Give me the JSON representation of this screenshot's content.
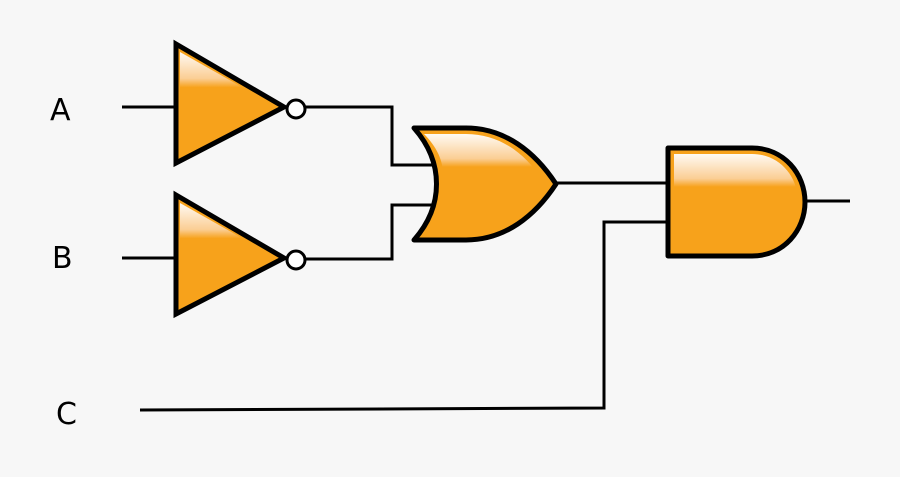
{
  "inputs": {
    "a": "A",
    "b": "B",
    "c": "C"
  },
  "gates": [
    {
      "id": "not-a",
      "type": "NOT"
    },
    {
      "id": "not-b",
      "type": "NOT"
    },
    {
      "id": "or-1",
      "type": "OR"
    },
    {
      "id": "and-1",
      "type": "AND"
    }
  ],
  "colors": {
    "gate_fill": "#f7a21b",
    "gate_highlight": "#ffffff",
    "stroke": "#000000",
    "background": "#f7f7f7"
  }
}
